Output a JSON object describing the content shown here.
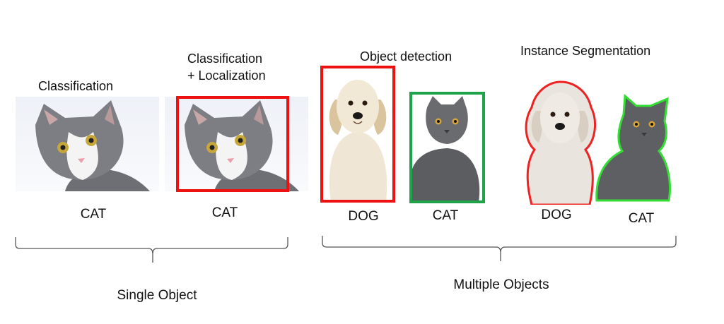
{
  "sections": {
    "classification": {
      "title": "Classification",
      "label": "CAT"
    },
    "localization": {
      "title_line1": "Classification",
      "title_line2": "+ Localization",
      "label": "CAT"
    },
    "detection": {
      "title": "Object detection",
      "labels": [
        "DOG",
        "CAT"
      ]
    },
    "segmentation": {
      "title": "Instance Segmentation",
      "labels": [
        "DOG",
        "CAT"
      ]
    }
  },
  "groups": {
    "single": "Single Object",
    "multiple": "Multiple Objects"
  },
  "colors": {
    "localization_box": "#ee1111",
    "dog_box": "#ee1111",
    "cat_box": "#1fa34a",
    "dog_mask_outline": "#ee2222",
    "cat_mask_outline": "#33dd33",
    "brace": "#555555"
  },
  "icons": [
    "cat-photo",
    "dog-photo"
  ]
}
